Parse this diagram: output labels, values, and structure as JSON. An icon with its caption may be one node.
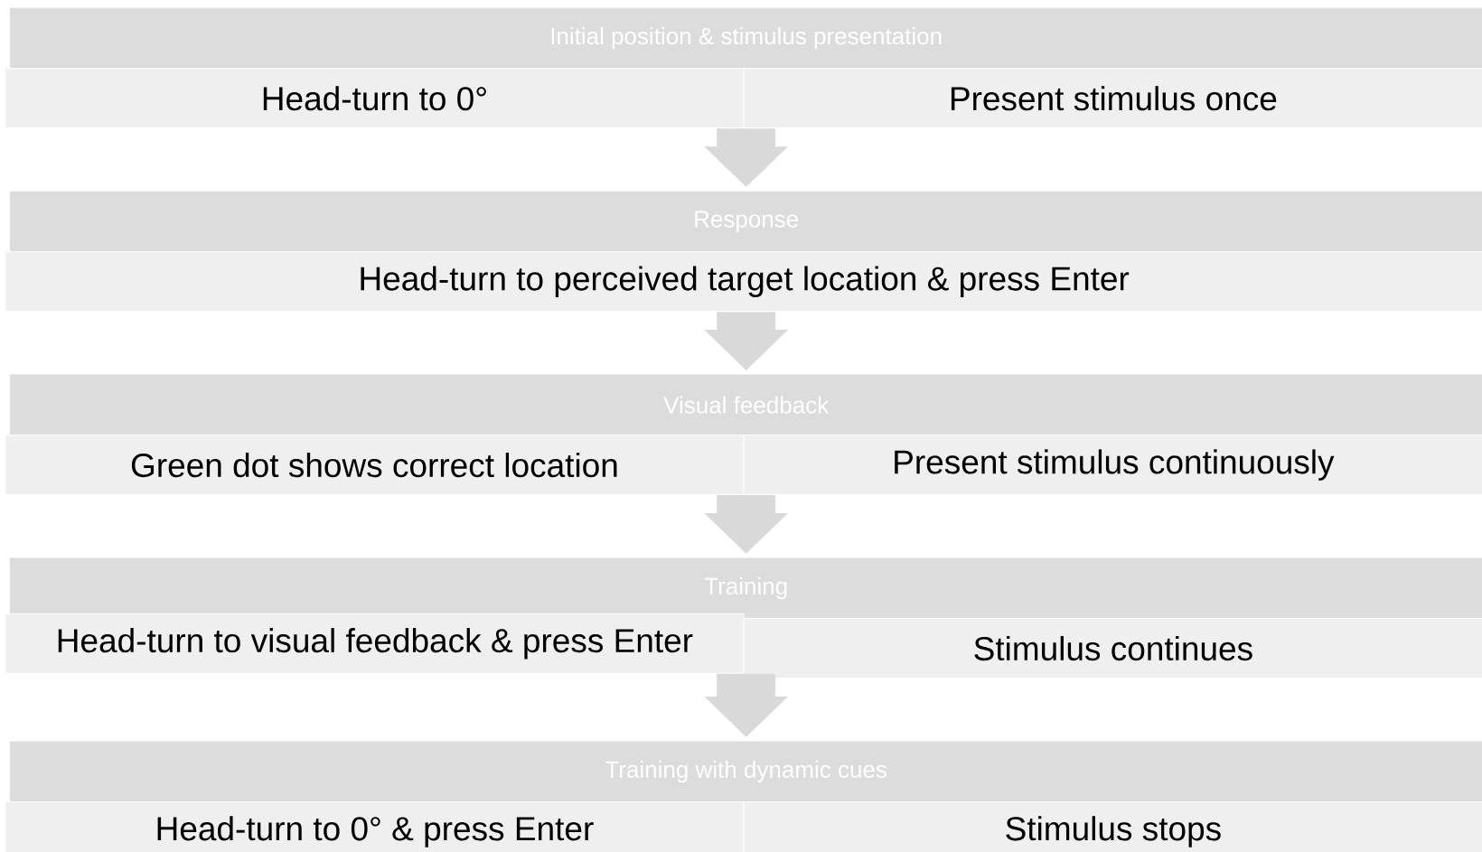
{
  "diagram": {
    "nodes": [
      {
        "text": [
          "Initial position & stimulus presentation"
        ]
      },
      {
        "text": [
          "Head-turn to 0°"
        ]
      },
      {
        "text": [
          "Present stimulus once"
        ]
      },
      {
        "text": [
          "Response"
        ]
      },
      {
        "text": [
          "Head-turn to perceived target location & press Enter"
        ]
      },
      {
        "text": [
          "Visual feedback"
        ]
      },
      {
        "text": [
          "Green dot shows correct location"
        ]
      },
      {
        "text": [
          "Present stimulus continuously"
        ]
      },
      {
        "text": [
          "Training"
        ]
      },
      {
        "text": [
          "Head-turn to visual feedback & press Enter"
        ]
      },
      {
        "text": [
          "Stimulus continues"
        ]
      },
      {
        "text": [
          "Training with dynamic cues"
        ]
      },
      {
        "text": [
          "Head-turn to 0° & press Enter"
        ]
      },
      {
        "text": [
          "Stimulus stops"
        ]
      }
    ],
    "edges": [
      {
        "from": 1,
        "to": 3,
        "arrow": "to"
      },
      {
        "from": 4,
        "to": 5,
        "arrow": "to"
      },
      {
        "from": 6,
        "to": 8,
        "arrow": "to"
      },
      {
        "from": 9,
        "to": 11,
        "arrow": "to"
      }
    ]
  }
}
